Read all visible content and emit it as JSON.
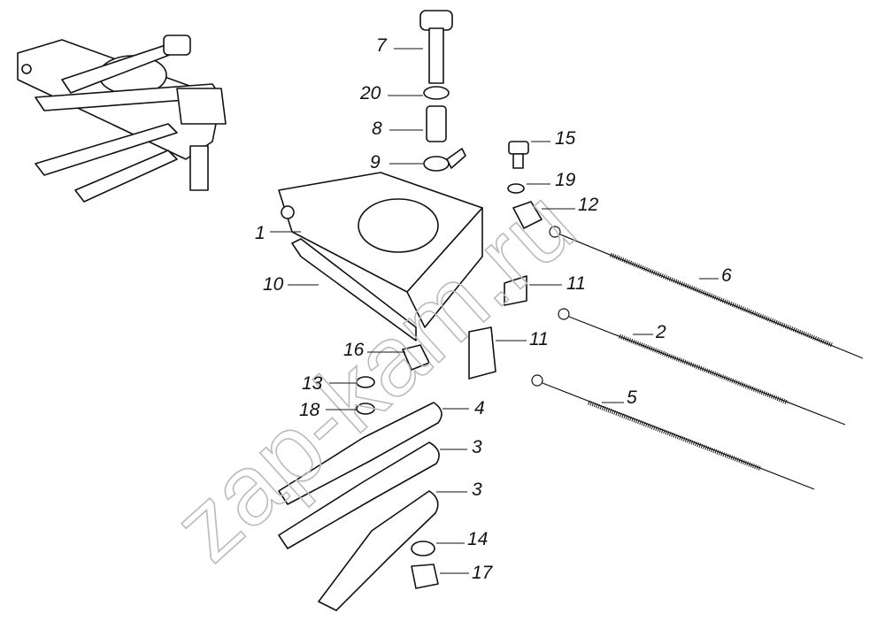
{
  "watermark": "zap-kam.ru",
  "callouts": [
    {
      "id": "part-7",
      "text": "7"
    },
    {
      "id": "part-20",
      "text": "20"
    },
    {
      "id": "part-8",
      "text": "8"
    },
    {
      "id": "part-9",
      "text": "9"
    },
    {
      "id": "part-15",
      "text": "15"
    },
    {
      "id": "part-19",
      "text": "19"
    },
    {
      "id": "part-12",
      "text": "12"
    },
    {
      "id": "part-1",
      "text": "1"
    },
    {
      "id": "part-10",
      "text": "10"
    },
    {
      "id": "part-6",
      "text": "6"
    },
    {
      "id": "part-11a",
      "text": "11"
    },
    {
      "id": "part-2",
      "text": "2"
    },
    {
      "id": "part-11b",
      "text": "11"
    },
    {
      "id": "part-16",
      "text": "16"
    },
    {
      "id": "part-5",
      "text": "5"
    },
    {
      "id": "part-13",
      "text": "13"
    },
    {
      "id": "part-4",
      "text": "4"
    },
    {
      "id": "part-18",
      "text": "18"
    },
    {
      "id": "part-3a",
      "text": "3"
    },
    {
      "id": "part-3b",
      "text": "3"
    },
    {
      "id": "part-14",
      "text": "14"
    },
    {
      "id": "part-17",
      "text": "17"
    }
  ]
}
